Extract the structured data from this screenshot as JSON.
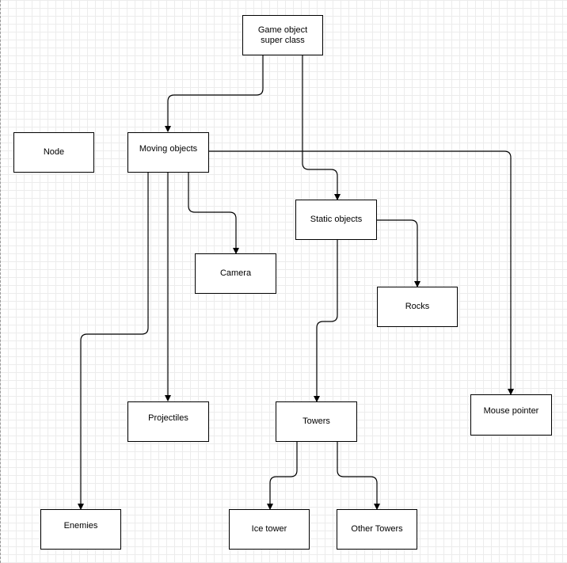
{
  "diagram": {
    "nodes": {
      "superclass": "Game object super class",
      "node": "Node",
      "moving": "Moving objects",
      "static": "Static objects",
      "camera": "Camera",
      "rocks": "Rocks",
      "projectiles": "Projectiles",
      "towers": "Towers",
      "mouse": "Mouse pointer",
      "enemies": "Enemies",
      "ice_tower": "Ice tower",
      "other_towers": "Other Towers"
    },
    "edges": [
      {
        "from": "Game object super class",
        "to": "Moving objects"
      },
      {
        "from": "Game object super class",
        "to": "Static objects"
      },
      {
        "from": "Moving objects",
        "to": "Camera"
      },
      {
        "from": "Moving objects",
        "to": "Projectiles"
      },
      {
        "from": "Moving objects",
        "to": "Enemies"
      },
      {
        "from": "Moving objects",
        "to": "Mouse pointer"
      },
      {
        "from": "Static objects",
        "to": "Rocks"
      },
      {
        "from": "Static objects",
        "to": "Towers"
      },
      {
        "from": "Towers",
        "to": "Ice tower"
      },
      {
        "from": "Towers",
        "to": "Other Towers"
      }
    ],
    "colors": {
      "stroke": "#000000",
      "grid": "#ececec",
      "background": "#ffffff"
    }
  }
}
